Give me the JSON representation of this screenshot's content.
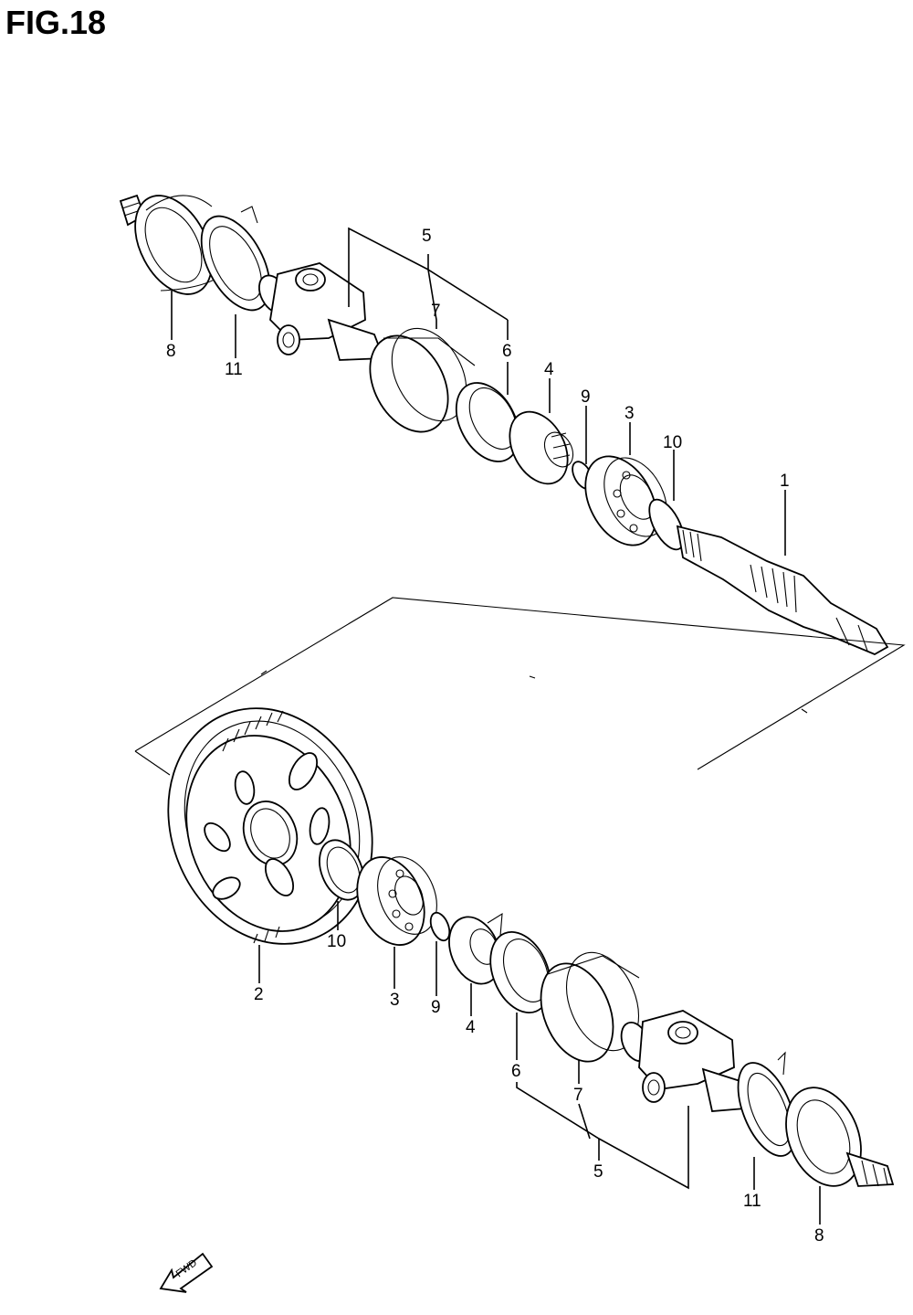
{
  "figure": {
    "title": "FIG.18"
  },
  "callouts": {
    "upper": {
      "p5": "5",
      "p7": "7",
      "p6": "6",
      "p4": "4",
      "p9": "9",
      "p3": "3",
      "p10": "10",
      "p1": "1",
      "p8": "8",
      "p11": "11"
    },
    "lower": {
      "p10": "10",
      "p2": "2",
      "p3": "3",
      "p9": "9",
      "p4": "4",
      "p6": "6",
      "p7": "7",
      "p5": "5",
      "p11": "11",
      "p8": "8"
    }
  },
  "direction_indicator": {
    "label": "FWD",
    "icon": "arrow-left-down-icon"
  }
}
